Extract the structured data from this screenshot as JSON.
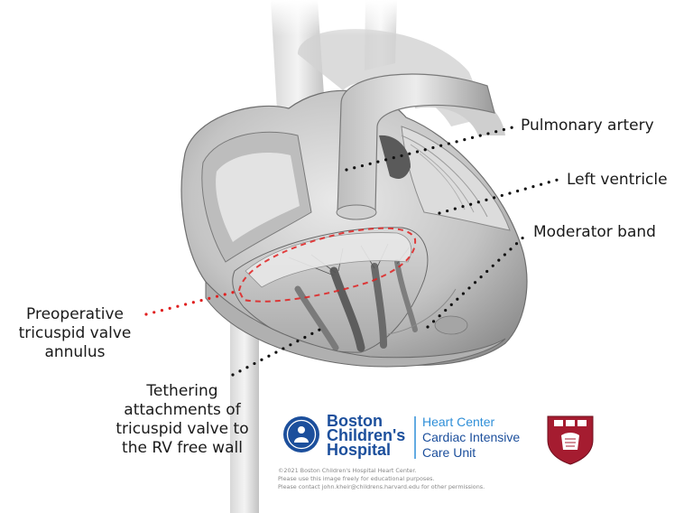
{
  "labels": {
    "pulmonary_artery": "Pulmonary artery",
    "left_ventricle": "Left ventricle",
    "moderator_band": "Moderator band",
    "preop_line1": "Preoperative",
    "preop_line2": "tricuspid valve",
    "preop_line3": "annulus",
    "teth_line1": "Tethering",
    "teth_line2": "attachments of",
    "teth_line3": "tricuspid valve to",
    "teth_line4": "the RV free wall"
  },
  "logo": {
    "bch_line1": "Boston",
    "bch_line2": "Children's",
    "bch_line3": "Hospital",
    "heart_center": "Heart Center",
    "cicu_line1": "Cardiac Intensive",
    "cicu_line2": "Care Unit"
  },
  "copyright": {
    "line1": "©2021 Boston Children's Hospital Heart Center.",
    "line2": "Please use this image freely for educational purposes.",
    "line3": "Please contact john.kheir@childrens.harvard.edu for other permissions."
  },
  "colors": {
    "leader_black": "#111111",
    "leader_red": "#e02020",
    "bch_blue": "#1c4f9c",
    "heart_center_blue": "#2f8fd8",
    "harvard_crimson": "#a51c30"
  }
}
